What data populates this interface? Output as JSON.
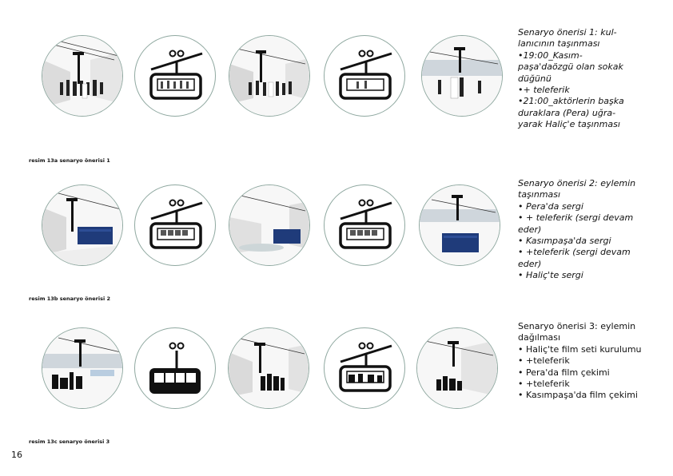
{
  "rows": [
    {
      "caption": "resim 13a senaryo önerisi 1",
      "text_lines": [
        "Senaryo önerisi 1: kul-",
        "lanıcının taşınması",
        "•19:00_Kasım-",
        "paşa'daözgü olan sokak",
        "düğünü",
        "•+ teleferik",
        "•21:00_aktörlerin başka",
        "duraklara (Pera) uğra-",
        "yarak Haliç'e taşınması"
      ]
    },
    {
      "caption": "resim 13b senaryo önerisi 2",
      "text_lines": [
        "Senaryo önerisi 2: eylemin",
        "taşınması",
        "• Pera'da sergi",
        "• + teleferik (sergi devam",
        "eder)",
        "• Kasımpaşa'da sergi",
        "• +teleferik (sergi devam",
        "eder)",
        "• Haliç'te sergi"
      ]
    },
    {
      "caption": "resim 13c senaryo önerisi 3",
      "text_lines": [
        "Senaryo önerisi 3: eylemin",
        "dağılması",
        "• Haliç'te film seti kurulumu",
        "• +teleferik",
        "• Pera'da film çekimi",
        "• +teleferik",
        "• Kasımpaşa'da film çekimi"
      ]
    }
  ],
  "page_number": "16"
}
